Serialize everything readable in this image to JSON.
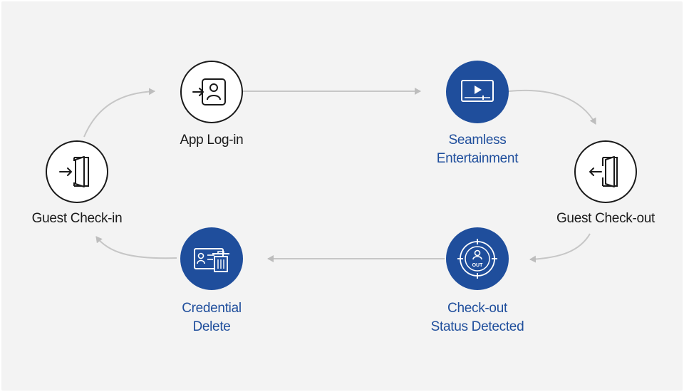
{
  "diagram": {
    "steps": [
      {
        "id": "guest-check-in",
        "icon": "door-enter-icon",
        "style": "outline",
        "lines": [
          "Guest Check-in"
        ]
      },
      {
        "id": "app-login",
        "icon": "app-login-icon",
        "style": "outline",
        "lines": [
          "App Log-in"
        ]
      },
      {
        "id": "seamless-entertainment",
        "icon": "tv-play-icon",
        "style": "filled",
        "lines": [
          "Seamless",
          "Entertainment"
        ]
      },
      {
        "id": "guest-check-out",
        "icon": "door-exit-icon",
        "style": "outline",
        "lines": [
          "Guest Check-out"
        ]
      },
      {
        "id": "checkout-status-detected",
        "icon": "target-out-icon",
        "style": "filled",
        "badge": "OUT",
        "lines": [
          "Check-out",
          "Status Detected"
        ]
      },
      {
        "id": "credential-delete",
        "icon": "id-card-trash-icon",
        "style": "filled",
        "lines": [
          "Credential",
          "Delete"
        ]
      }
    ],
    "colors": {
      "accent_blue": "#1f4e9c",
      "outline_dark": "#1a1a1a",
      "arrow_gray": "#bdbdbd",
      "background": "#f3f3f3"
    }
  }
}
